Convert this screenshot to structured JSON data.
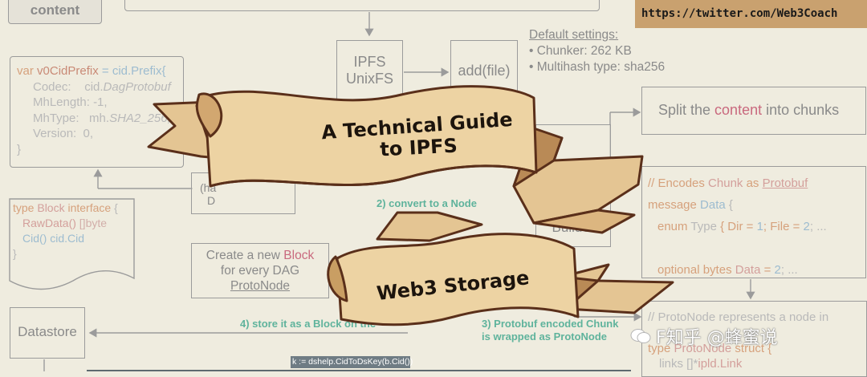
{
  "header_box": {
    "label": "content"
  },
  "twitter_link": "https://twitter.com/Web3Coach",
  "ipfs_unixfs": {
    "line1": "IPFS",
    "line2": "UnixFS"
  },
  "add_file": {
    "label": "add(file)"
  },
  "defaults": {
    "title": "Default settings:",
    "items": [
      "Chunker: 262 KB",
      "Multihash type: sha256"
    ]
  },
  "cid_prefix": {
    "line1_kw": "var ",
    "line1_name": "v0CidPrefix",
    "line1_rest": " = cid.Prefix{",
    "codec_key": "Codec:",
    "codec_val1": "cid.",
    "codec_val2": "DagProtobuf",
    "mhlength_key": "MhLength:",
    "mhlength_val": "-1,",
    "mhtype_key": "MhType:",
    "mhtype_val1": "mh.",
    "mhtype_val2": "SHA2_256,",
    "version_key": "Version:",
    "version_val": "0,",
    "close": "}"
  },
  "block_interface": {
    "kw1": "type ",
    "name": "Block",
    "kw2": " interface",
    "brace": " {",
    "m1_name": "RawData()",
    "m1_type": " []byte",
    "m2_name": "Cid()",
    "m2_type": " cid.Cid",
    "close": "}"
  },
  "split_box": {
    "pre": "Split the ",
    "highlight": "content",
    "post": " into chunks"
  },
  "protobuf": {
    "c1": "// Encodes ",
    "c2": "Chunk",
    "c3": " as ",
    "c4": "Protobuf",
    "msg_kw": "message ",
    "msg_name": "Data",
    "msg_brace": " {",
    "enum_kw": "enum ",
    "enum_name": "Type",
    "enum_rest": " { Dir = ",
    "enum_n1": "1",
    "enum_mid": "; File = ",
    "enum_n2": "2",
    "enum_end": "; ...",
    "opt_kw": "optional bytes ",
    "opt_name": "Data",
    "opt_rest": " = ",
    "opt_n": "2",
    "opt_end": "; ..."
  },
  "protonode": {
    "l1a": "// ",
    "l1b": "ProtoNode",
    "l1c": " represents a node in",
    "l3a": "type ",
    "l3b": "ProtoNode",
    "l3c": " struct {",
    "l4a": "links []*",
    "l4b": "ipld.Link"
  },
  "builder": {
    "label": "Builder"
  },
  "has_box": {
    "line1": "(ha",
    "line2": "D"
  },
  "create_block": {
    "line1_pre": "Create a new ",
    "line1_hl": "Block",
    "line2": "for every DAG",
    "line3": "ProtoNode"
  },
  "datastore": {
    "label": "Datastore"
  },
  "steps": {
    "s2": "2) convert to a Node",
    "s3a": "3) Protobuf encoded Chunk",
    "s3b": "is wrapped as ProtoNode",
    "s4": "4) store it as a Block on the"
  },
  "code_strip": "k := dshelp.CidToDsKey(b.Cid())",
  "banner_top": {
    "line1": "A Technical Guide",
    "line2": "to IPFS"
  },
  "banner_bottom": {
    "label": "Web3 Storage"
  },
  "watermark": "F知乎 @蜂蜜说"
}
